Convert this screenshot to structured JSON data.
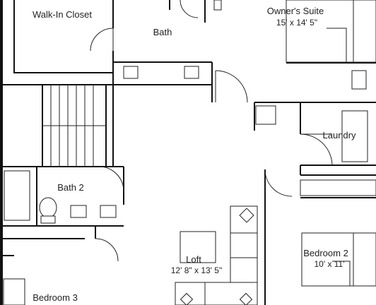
{
  "rooms": {
    "walk_in_closet": {
      "label": "Walk-In Closet"
    },
    "bath": {
      "label": "Bath"
    },
    "owners_suite": {
      "label": "Owner's Suite",
      "dim": "15' x 14' 5\""
    },
    "laundry": {
      "label": "Laundry"
    },
    "bath2": {
      "label": "Bath 2"
    },
    "loft": {
      "label": "Loft",
      "dim": "12' 8\" x 13' 5\""
    },
    "bedroom2": {
      "label": "Bedroom 2",
      "dim": "10' x 11'"
    },
    "bedroom3": {
      "label": "Bedroom 3"
    }
  }
}
